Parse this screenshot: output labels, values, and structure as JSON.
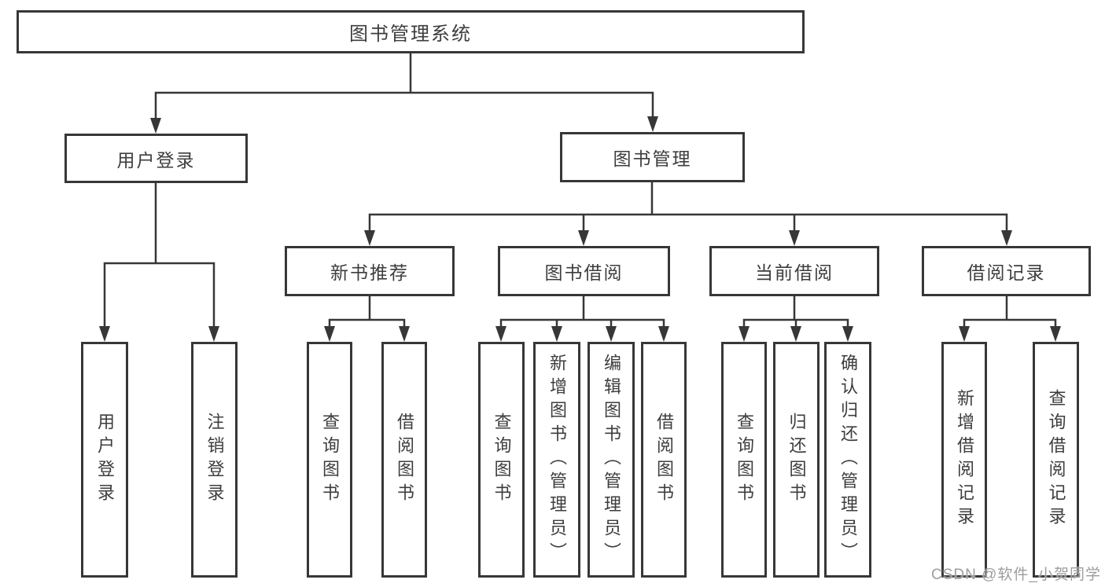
{
  "tree": {
    "root": {
      "label": "图书管理系统"
    },
    "user_login": {
      "label": "用户登录",
      "children": [
        "用户登录",
        "注销登录"
      ]
    },
    "book_mgmt": {
      "label": "图书管理",
      "groups": [
        {
          "label": "新书推荐",
          "children": [
            "查询图书",
            "借阅图书"
          ]
        },
        {
          "label": "图书借阅",
          "children": [
            "查询图书",
            "新增图书（管理员）",
            "编辑图书（管理员）",
            "借阅图书"
          ]
        },
        {
          "label": "当前借阅",
          "children": [
            "查询图书",
            "归还图书",
            "确认归还（管理员）"
          ]
        },
        {
          "label": "借阅记录",
          "children": [
            "新增借阅记录",
            "查询借阅记录"
          ]
        }
      ]
    }
  },
  "watermark": "CSDN @软件_小贺同学",
  "colors": {
    "line": "#373737",
    "text": "#3d3d3d",
    "watermark": "#9d9d9d",
    "background": "#ffffff"
  }
}
